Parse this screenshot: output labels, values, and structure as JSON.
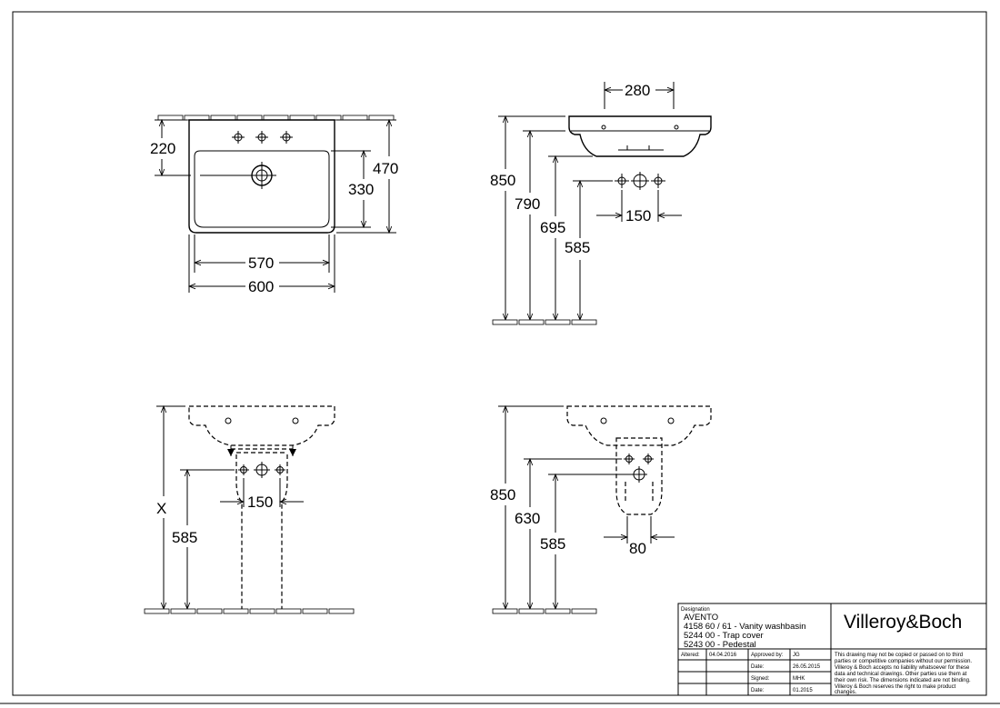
{
  "dimensions": {
    "plan": {
      "d220": "220",
      "d470": "470",
      "d330": "330",
      "d570": "570",
      "d600": "600"
    },
    "side": {
      "d280": "280",
      "d850": "850",
      "d790": "790",
      "d695": "695",
      "d585": "585",
      "d150": "150"
    },
    "front_pedestal": {
      "dX": "X",
      "d585": "585",
      "d150": "150"
    },
    "side_pedestal": {
      "d850": "850",
      "d630": "630",
      "d585": "585",
      "d80": "80"
    }
  },
  "title_block": {
    "designation_label": "Designation",
    "product": "AVENTO",
    "lines": [
      "4158 60 / 61 - Vanity washbasin",
      "5244 00 - Trap cover",
      "5243 00 - Pedestal"
    ],
    "altered_label": "Altered:",
    "altered_date": "04.04.2016",
    "approved_label": "Approved by:",
    "approved_value": "JG",
    "date_label": "Date:",
    "date1": "26.05.2015",
    "signed_label": "Signed:",
    "signed_value": "MHK",
    "date2": "01.2015",
    "brand": "Villeroy&Boch",
    "disclaimer": [
      "This drawing may not be copied or passed on to third",
      "parties or competitive companies without our permission.",
      "Villeroy & Boch accepts no liability whatsoever for these",
      "data and technical drawings. Other parties use them at",
      "their own risk. The dimensions indicated are not binding.",
      "Villeroy & Boch reserves the right to make product",
      "changes."
    ]
  }
}
